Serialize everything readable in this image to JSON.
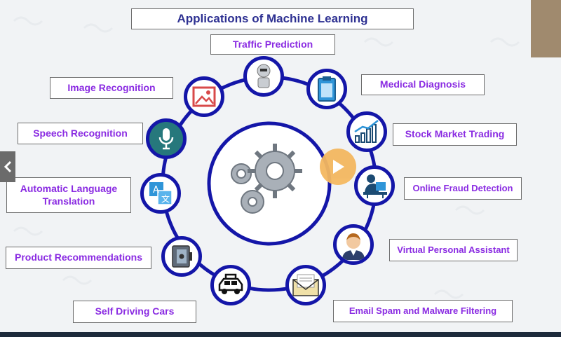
{
  "diagram": {
    "title": "Applications of Machine Learning",
    "labels": {
      "traffic": "Traffic Prediction",
      "image": "Image Recognition",
      "medical": "Medical Diagnosis",
      "speech": "Speech Recognition",
      "stock": "Stock Market Trading",
      "translation": "Automatic Language Translation",
      "fraud": "Online Fraud Detection",
      "assistant": "Virtual Personal Assistant",
      "product": "Product Recommendations",
      "driving": "Self Driving Cars",
      "email": "Email Spam and Malware Filtering"
    },
    "icons": {
      "traffic": "robot-icon",
      "image": "image-icon",
      "medical": "clipboard-icon",
      "speech": "microphone-icon",
      "stock": "chart-icon",
      "translation": "translate-icon",
      "fraud": "person-at-desk-icon",
      "assistant": "assistant-avatar-icon",
      "product": "safe-icon",
      "driving": "car-icon",
      "email": "envelope-icon",
      "center": "gears-icon"
    }
  },
  "player": {
    "play_icon": "play-icon",
    "prev_icon": "chevron-left-icon"
  },
  "colors": {
    "ring": "#1416a8",
    "label_text": "#8a2be2",
    "title_text": "#2e3192",
    "play": "#f4b860"
  }
}
